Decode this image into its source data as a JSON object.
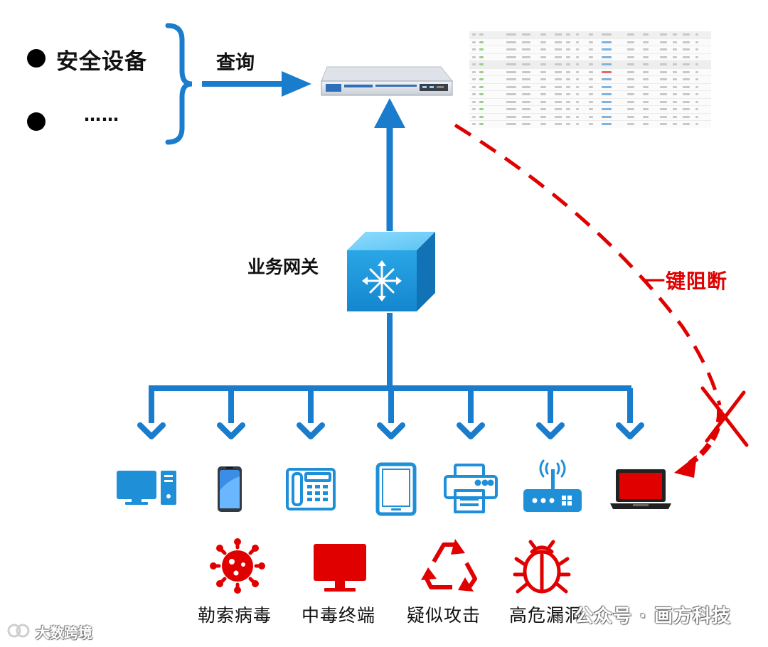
{
  "sources": {
    "items": [
      {
        "label": "安全设备"
      },
      {
        "label": "……"
      }
    ]
  },
  "query": {
    "label": "查询"
  },
  "gateway": {
    "label": "业务网关"
  },
  "block": {
    "label": "一键阻断"
  },
  "devices": [
    {
      "icon": "desktop-computer-icon"
    },
    {
      "icon": "smartphone-icon"
    },
    {
      "icon": "desk-phone-icon"
    },
    {
      "icon": "tablet-icon"
    },
    {
      "icon": "printer-icon"
    },
    {
      "icon": "wireless-router-icon"
    },
    {
      "icon": "laptop-infected-icon"
    }
  ],
  "threats": [
    {
      "label": "勒索病毒",
      "icon": "virus-icon"
    },
    {
      "label": "中毒终端",
      "icon": "infected-monitor-icon"
    },
    {
      "label": "疑似攻击",
      "icon": "recycle-attack-icon"
    },
    {
      "label": "高危漏洞",
      "icon": "bug-icon"
    }
  ],
  "watermarks": {
    "left": "大数跨境",
    "right": "公众号 · 画方科技"
  },
  "colors": {
    "flow_blue": "#1a7ccc",
    "device_blue": "#1f8fd8",
    "alert_red": "#e00000"
  }
}
